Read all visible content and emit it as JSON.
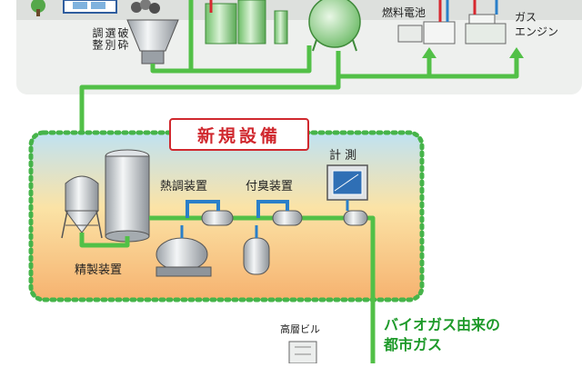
{
  "top_section": {
    "crusher_label_col1": "破砕",
    "crusher_label_col2": "選別",
    "crusher_label_col3": "調整",
    "fuel_cell_label": "燃料電池",
    "gas_engine_label_line1": "ガス",
    "gas_engine_label_line2": "エンジン"
  },
  "new_equipment": {
    "title": "新規設備",
    "measurement_label": "計 測",
    "heat_adjust_label": "熱調装置",
    "odor_label": "付臭装置",
    "refining_label": "精製装置"
  },
  "output": {
    "city_gas_line1": "バイオガス由来の",
    "city_gas_line2": "都市ガス",
    "building_label": "高層ビル"
  },
  "colors": {
    "pipe_green": "#52c047",
    "pipe_blue": "#2a7fc9",
    "pipe_red": "#d7282f",
    "dotted_border": "#46b44a",
    "title_red": "#d0282e",
    "text_green": "#1e9a2a"
  }
}
